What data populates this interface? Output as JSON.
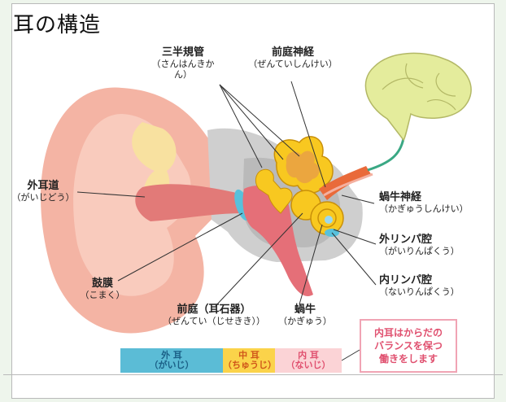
{
  "title": "耳の構造",
  "labels": {
    "semicircular": {
      "main": "三半規管",
      "yomi": "（さんはんきかん）"
    },
    "vestibular_nerve": {
      "main": "前庭神経",
      "yomi": "（ぜんていしんけい）"
    },
    "ear_canal": {
      "main": "外耳道",
      "yomi": "（がいじどう）"
    },
    "cochlear_nerve": {
      "main": "蝸牛神経",
      "yomi": "（かぎゅうしんけい）"
    },
    "perilymph": {
      "main": "外リンパ腔",
      "yomi": "（がいりんぱくう）"
    },
    "endolymph": {
      "main": "内リンパ腔",
      "yomi": "（ないりんぱくう）"
    },
    "eardrum": {
      "main": "鼓膜",
      "yomi": "（こまく）"
    },
    "vestibule": {
      "main": "前庭（耳石器）",
      "yomi": "（ぜんてい（じせきき））"
    },
    "cochlea": {
      "main": "蝸牛",
      "yomi": "（かぎゅう）"
    }
  },
  "scale": [
    {
      "main": "外 耳",
      "yomi": "（がいじ）",
      "color": "#5bbcd6",
      "text_color": "#1a5f86"
    },
    {
      "main": "中 耳",
      "yomi": "（ちゅうじ）",
      "color": "#fbd34a",
      "text_color": "#d0571a"
    },
    {
      "main": "内 耳",
      "yomi": "（ないじ）",
      "color": "#fbd3d6",
      "text_color": "#e0506f"
    }
  ],
  "note": "内耳はからだの\nバランスを保つ\n働きをします",
  "colors": {
    "skin": "#f4b4a4",
    "canal": "#e27a78",
    "bone_gray": "#c9c9c9",
    "ossicle": "#f8c820",
    "nerve": "#3aa884",
    "brain": "#e4ec9c"
  }
}
